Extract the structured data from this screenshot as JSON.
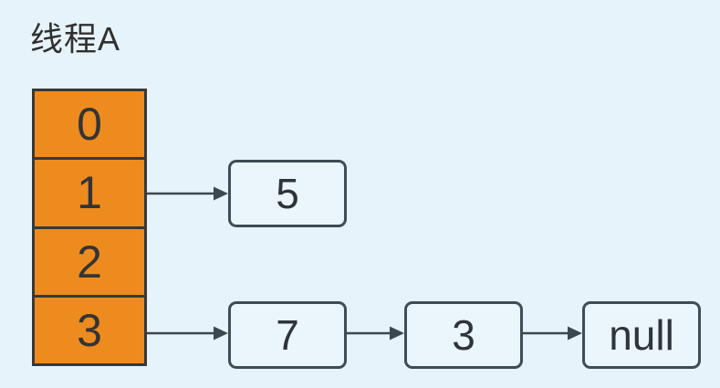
{
  "title": "线程A",
  "array": {
    "cells": [
      {
        "label": "0"
      },
      {
        "label": "1"
      },
      {
        "label": "2"
      },
      {
        "label": "3"
      }
    ]
  },
  "chains": [
    {
      "bucket": "1",
      "nodes": [
        {
          "label": "5"
        }
      ]
    },
    {
      "bucket": "3",
      "nodes": [
        {
          "label": "7"
        },
        {
          "label": "3"
        },
        {
          "label": "null"
        }
      ]
    }
  ],
  "colors": {
    "background": "#e7f3fa",
    "array_fill": "#ee8b1e",
    "array_border": "#383838",
    "node_fill": "#ebf5fc",
    "node_border": "#3f4c55",
    "arrow": "#3c474e",
    "text": "#303030"
  }
}
